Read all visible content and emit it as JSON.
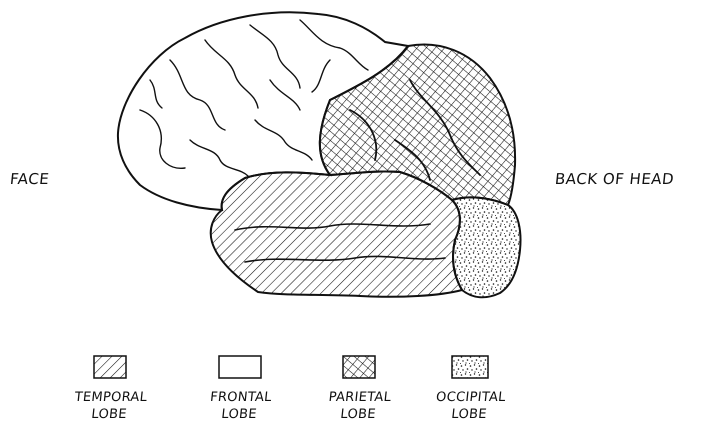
{
  "labels": {
    "front": "FACE",
    "back": "BACK OF HEAD"
  },
  "legend": [
    {
      "line1": "TEMPORAL",
      "line2": "LOBE",
      "pattern": "diagonal-hatch"
    },
    {
      "line1": "FRONTAL",
      "line2": "LOBE",
      "pattern": "blank"
    },
    {
      "line1": "PARIETAL",
      "line2": "LOBE",
      "pattern": "cross-hatch"
    },
    {
      "line1": "OCCIPITAL",
      "line2": "LOBE",
      "pattern": "stipple"
    }
  ],
  "colors": {
    "ink": "#111111",
    "paper": "#ffffff"
  }
}
